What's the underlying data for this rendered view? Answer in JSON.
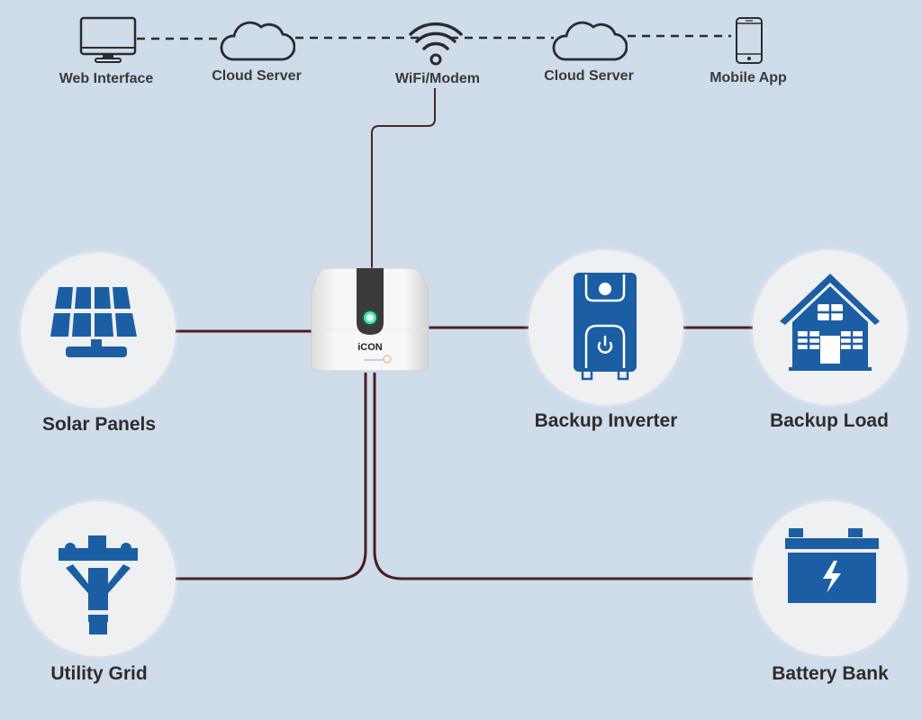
{
  "colors": {
    "background": "#cfdce9",
    "node_fill": "#eef0f1",
    "icon_blue": "#1c5ea3",
    "wire": "#4a1f1f",
    "network_line": "#2b2b2b",
    "label_text": "#2f2c2b"
  },
  "network": {
    "items": [
      {
        "id": "web-interface",
        "label": "Web Interface",
        "icon": "monitor-icon"
      },
      {
        "id": "cloud-server-1",
        "label": "Cloud Server",
        "icon": "cloud-icon"
      },
      {
        "id": "wifi-modem",
        "label": "WiFi/Modem",
        "icon": "wifi-icon"
      },
      {
        "id": "cloud-server-2",
        "label": "Cloud Server",
        "icon": "cloud-icon"
      },
      {
        "id": "mobile-app",
        "label": "Mobile App",
        "icon": "smartphone-icon"
      }
    ],
    "link_style": "dashed"
  },
  "device": {
    "brand": "iCON",
    "led_status": "on",
    "led_color": "#3fe0a0"
  },
  "nodes": {
    "solar_panels": {
      "label": "Solar Panels",
      "icon": "solar-panel-icon"
    },
    "backup_inverter": {
      "label": "Backup Inverter",
      "icon": "inverter-icon"
    },
    "backup_load": {
      "label": "Backup Load",
      "icon": "house-icon"
    },
    "utility_grid": {
      "label": "Utility Grid",
      "icon": "power-pole-icon"
    },
    "battery_bank": {
      "label": "Battery Bank",
      "icon": "battery-icon"
    }
  },
  "connections": [
    {
      "from": "wifi-modem",
      "to": "device",
      "type": "solid"
    },
    {
      "from": "solar_panels",
      "to": "device",
      "type": "solid"
    },
    {
      "from": "device",
      "to": "backup_inverter",
      "type": "solid"
    },
    {
      "from": "backup_inverter",
      "to": "backup_load",
      "type": "solid"
    },
    {
      "from": "utility_grid",
      "to": "device",
      "type": "solid"
    },
    {
      "from": "device",
      "to": "battery_bank",
      "type": "solid"
    }
  ]
}
